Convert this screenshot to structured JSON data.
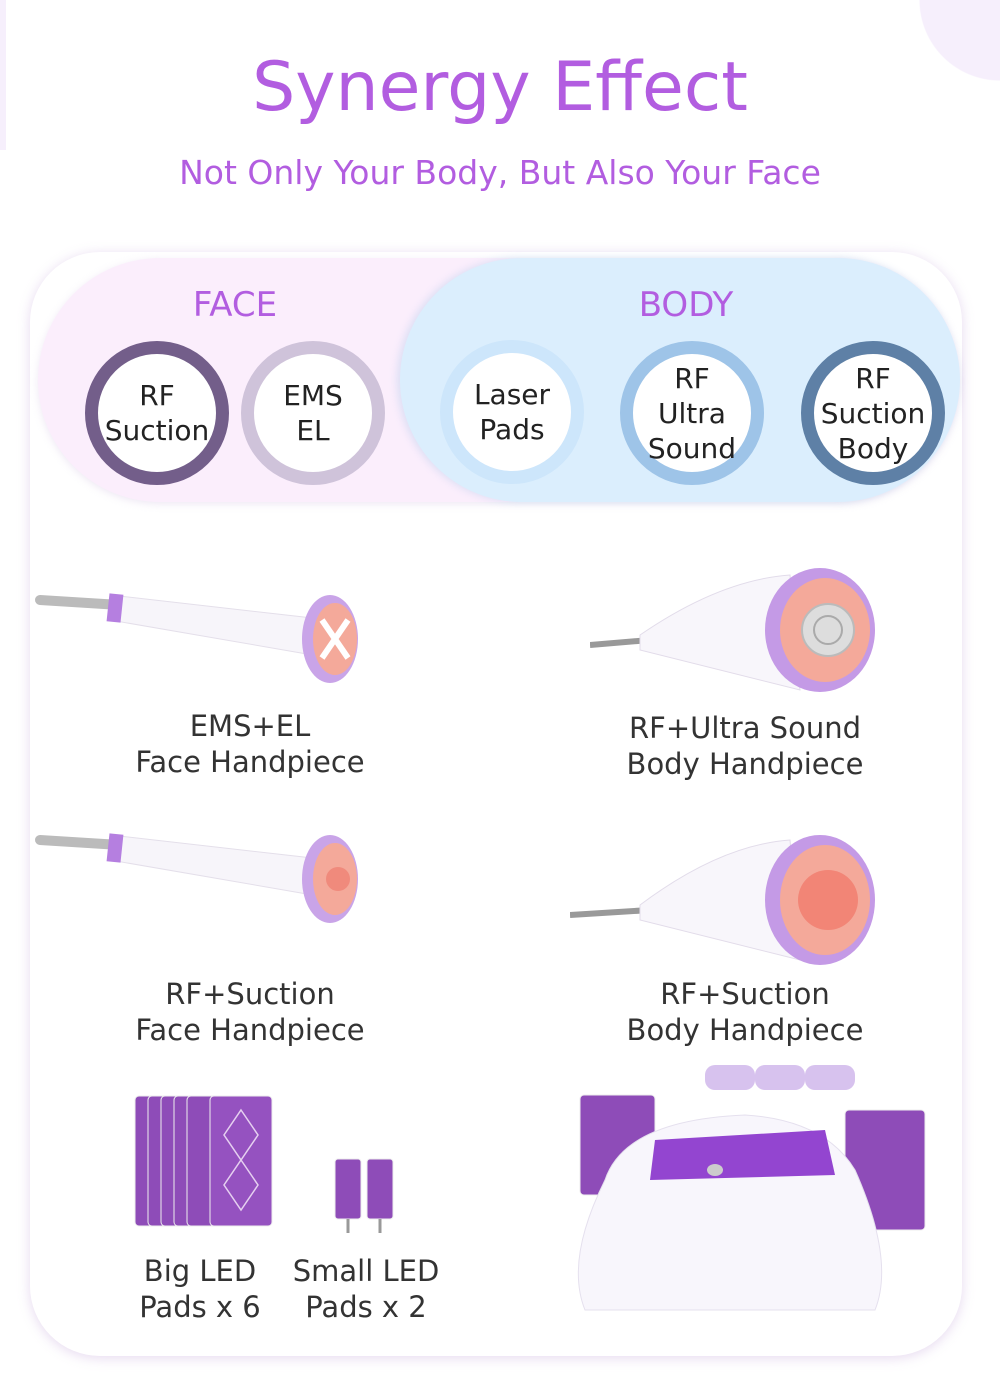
{
  "header": {
    "title": "Synergy Effect",
    "subtitle": "Not Only Your Body, But Also Your Face"
  },
  "groups": {
    "face": "FACE",
    "body": "BODY"
  },
  "features": [
    {
      "label": "RF\nSuction",
      "color": "#735e8a"
    },
    {
      "label": "EMS\nEL",
      "color": "#cfc3da"
    },
    {
      "label": "Laser\nPads",
      "color": "#cde6fb"
    },
    {
      "label": "RF\nUltra\nSound",
      "color": "#9ec4e8"
    },
    {
      "label": "RF\nSuction\nBody",
      "color": "#5e80a6"
    }
  ],
  "products": [
    {
      "label": "EMS+EL\nFace Handpiece"
    },
    {
      "label": "RF+Ultra Sound\nBody Handpiece"
    },
    {
      "label": "RF+Suction\nFace Handpiece"
    },
    {
      "label": "RF+Suction\nBody Handpiece"
    },
    {
      "label": "Big LED\nPads x 6"
    },
    {
      "label": "Small LED\nPads x 2"
    }
  ],
  "colors": {
    "accent": "#b25de0",
    "pad": "#8e4cb8",
    "tip": "#f4a99a"
  }
}
